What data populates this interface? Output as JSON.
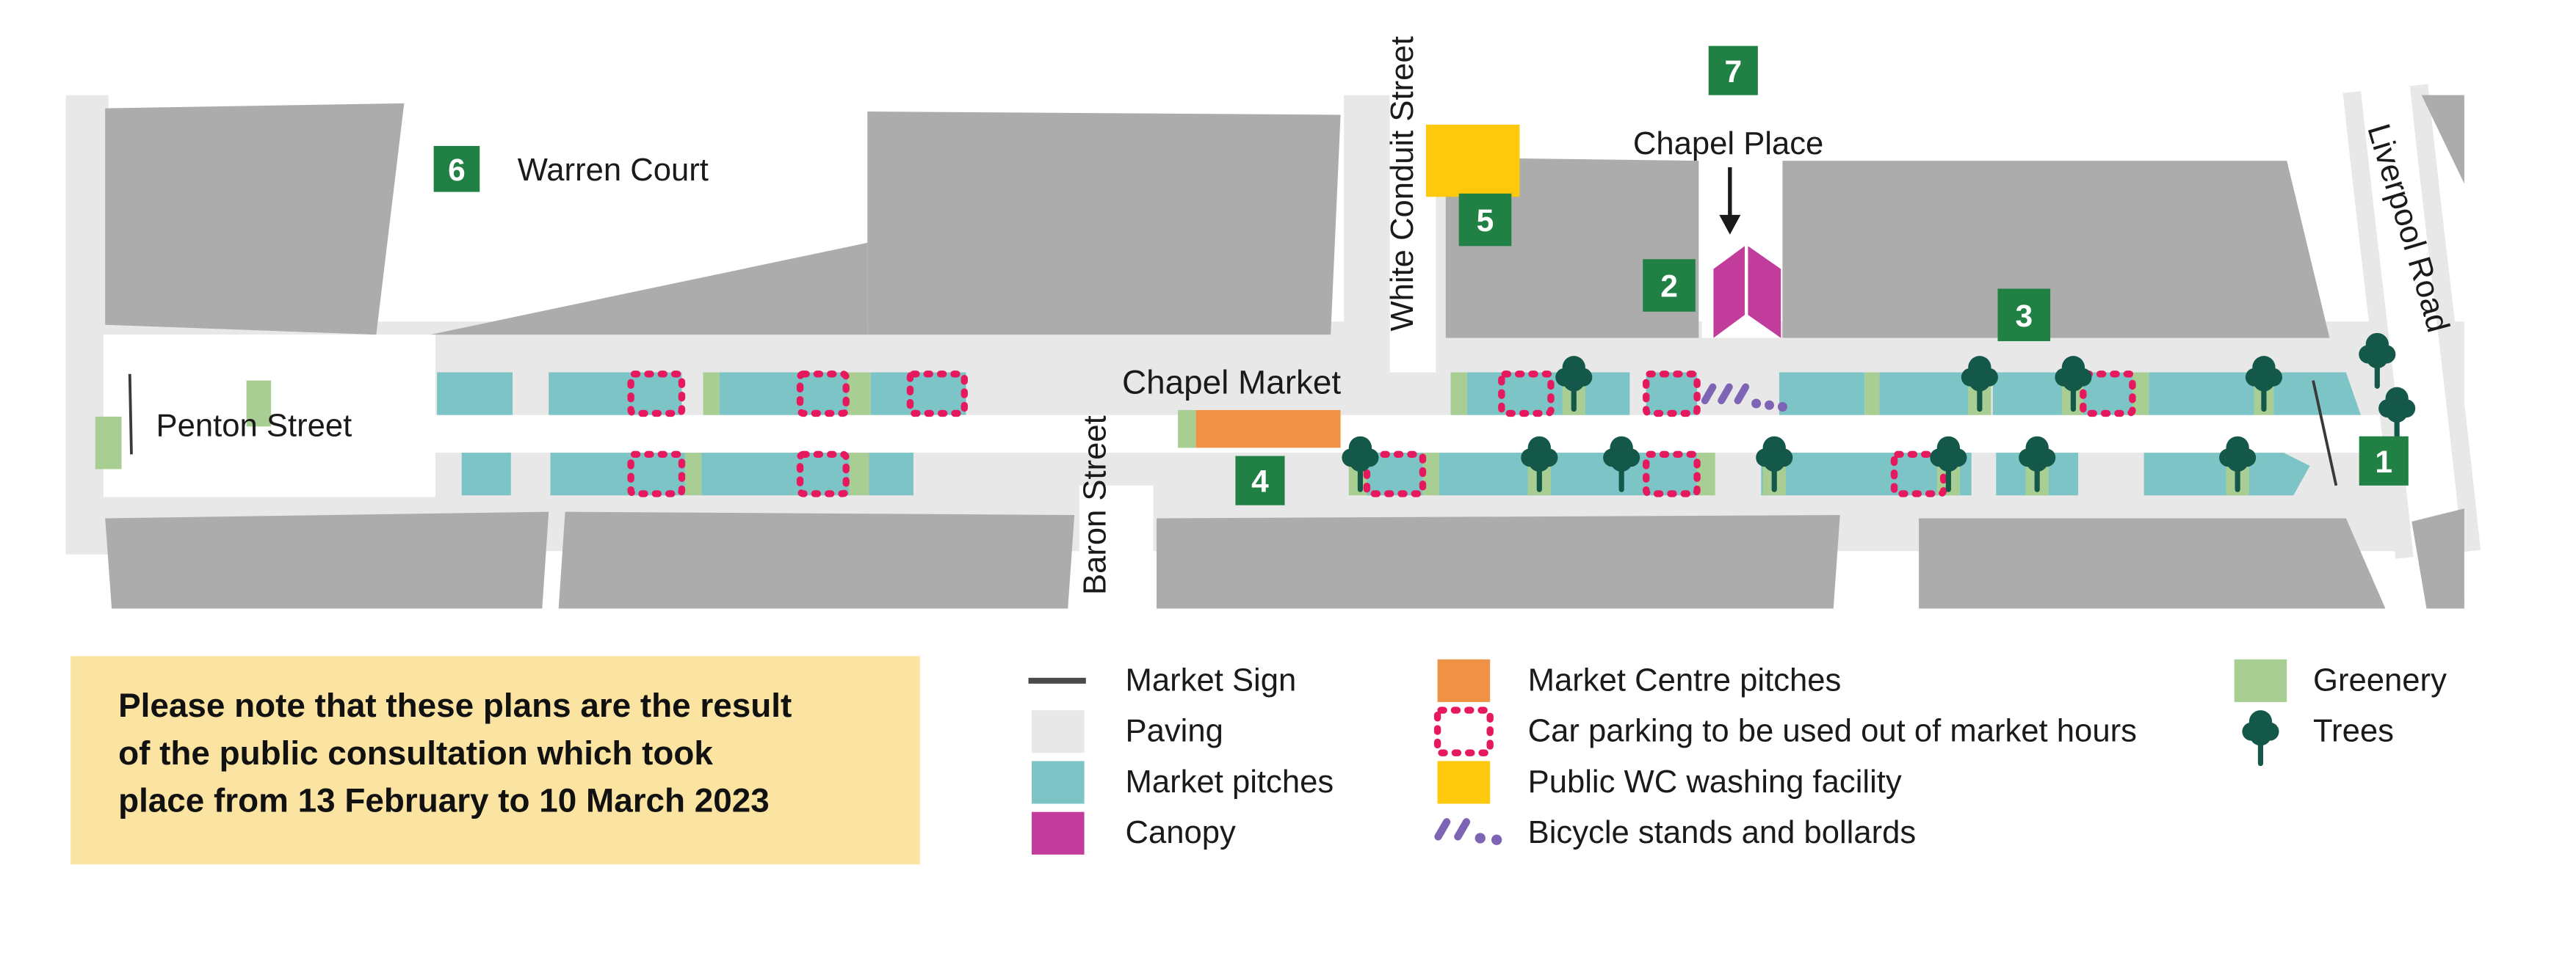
{
  "colors": {
    "building": "#ACACAC",
    "paving": "#E9E8E8",
    "pitch": "#7CC4C6",
    "greenery": "#A9CE93",
    "tree": "#14584A",
    "canopy": "#C23D9B",
    "centre_pitch": "#EF9245",
    "wc": "#FEC80D",
    "parking": "#E6195E",
    "bike": "#7D64B5",
    "badge": "#218145",
    "note_bg": "#FBE3A1",
    "sign": "#3A3A3A"
  },
  "map": {
    "labels": {
      "warren_court": "Warren Court",
      "penton_street": "Penton Street",
      "chapel_market": "Chapel Market",
      "baron_street": "Baron Street",
      "white_conduit_street": "White Conduit Street",
      "chapel_place": "Chapel Place",
      "liverpool_road": "Liverpool Road"
    },
    "badges": {
      "1": "1",
      "2": "2",
      "3": "3",
      "4": "4",
      "5": "5",
      "6": "6",
      "7": "7"
    }
  },
  "legend": {
    "market_sign": "Market Sign",
    "paving": "Paving",
    "market_pitches": "Market pitches",
    "canopy": "Canopy",
    "market_centre_pitches": "Market Centre pitches",
    "car_parking": "Car parking to be used out of market hours",
    "public_wc": "Public WC washing facility",
    "bicycle": "Bicycle stands and bollards",
    "greenery": "Greenery",
    "trees": "Trees"
  },
  "note": {
    "lines": [
      "Please note that these plans are the result",
      "of the public consultation which took",
      "place from 13 February to 10 March 2023"
    ]
  }
}
